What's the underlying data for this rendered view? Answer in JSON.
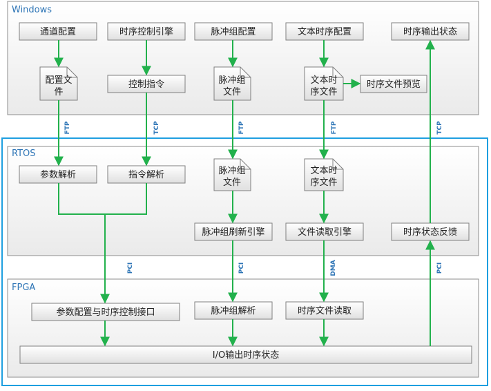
{
  "layers": {
    "windows": "Windows",
    "rtos": "RTOS",
    "fpga": "FPGA"
  },
  "boxes": {
    "channel_config": "通道配置",
    "timing_engine": "时序控制引擎",
    "pulse_group_config": "脉冲组配置",
    "text_timing_config": "文本时序配置",
    "timing_output_status": "时序输出状态",
    "control_command": "控制指令",
    "timing_file_preview": "时序文件预览",
    "param_parse": "参数解析",
    "command_parse": "指令解析",
    "pulse_refresh_engine": "脉冲组刷新引擎",
    "file_read_engine": "文件读取引擎",
    "timing_status_feedback": "时序状态反馈",
    "param_timing_interface": "参数配置与时序控制接口",
    "pulse_group_parse": "脉冲组解析",
    "timing_file_read": "时序文件读取",
    "io_output_status": "I/O输出时序状态"
  },
  "documents": {
    "config_file": [
      "配置文",
      "件"
    ],
    "pulse_file_win": [
      "脉冲组",
      "文件"
    ],
    "timing_file_win": [
      "文本时",
      "序文件"
    ],
    "pulse_file_rtos": [
      "脉冲组",
      "文件"
    ],
    "timing_file_rtos": [
      "文本时",
      "序文件"
    ]
  },
  "edge_labels": {
    "ftp_config": "FTP",
    "tcp_command": "TCP",
    "ftp_pulse": "FTP",
    "ftp_timing": "FTP",
    "tcp_status": "TCP",
    "pci_params": "PCI",
    "pci_pulse": "PCI",
    "dma_file": "DMA",
    "pci_status": "PCI"
  },
  "colors": {
    "arrow": "#22b14c",
    "outer_border": "#1e9fe0",
    "layer_border": "#8c8c8c",
    "box_border": "#7f7f7f",
    "label": "#2e75b6"
  }
}
